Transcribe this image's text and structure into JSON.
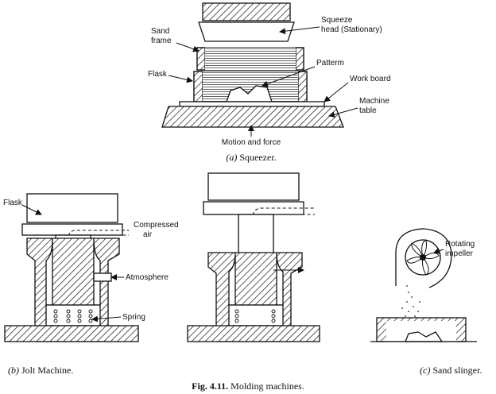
{
  "squeezer": {
    "labels": {
      "squeeze_head_1": "Squeeze",
      "squeeze_head_2": "head (Stationary)",
      "sand_frame_1": "Sand",
      "sand_frame_2": "frame",
      "pattern": "Patterm",
      "flask": "Flask",
      "work_board": "Work board",
      "machine_table_1": "Machine",
      "machine_table_2": "table",
      "motion": "Motion and force"
    },
    "caption_letter": "(a)",
    "caption_text": " Squeezer."
  },
  "jolt": {
    "labels": {
      "flask": "Flask",
      "compressed_air_1": "Compressed",
      "compressed_air_2": "air",
      "atmosphere": "Atmosphere",
      "spring": "Spring"
    },
    "caption_letter": "(b)",
    "caption_text": " Jolt Machine."
  },
  "slinger": {
    "labels": {
      "rotating_1": "Rotating",
      "rotating_2": "impeller"
    },
    "caption_letter": "(c)",
    "caption_text": " Sand slinger."
  },
  "figure": {
    "number": "Fig. 4.11.",
    "title": " Molding machines."
  }
}
